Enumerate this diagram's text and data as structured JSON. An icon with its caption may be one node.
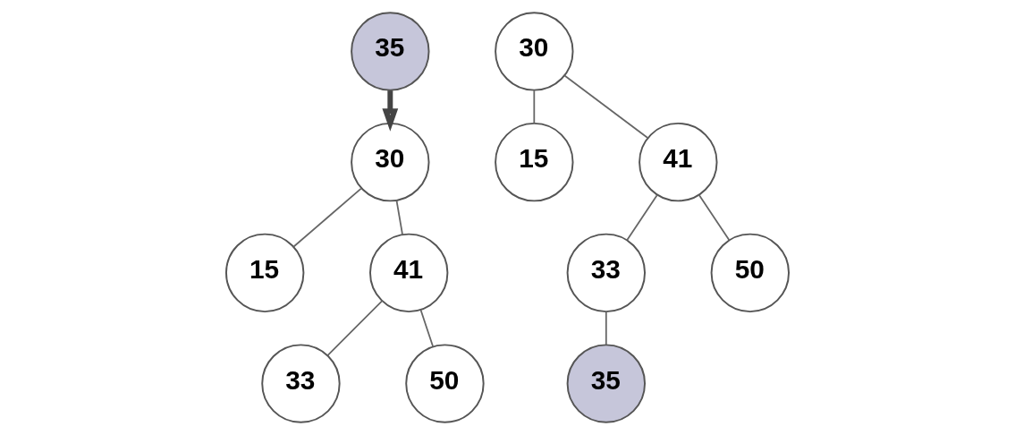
{
  "diagram": {
    "nodes": [
      {
        "text": [
          "35"
        ]
      },
      {
        "text": [
          "30"
        ]
      },
      {
        "text": [
          "15"
        ]
      },
      {
        "text": [
          "41"
        ]
      },
      {
        "text": [
          "33"
        ]
      },
      {
        "text": [
          "50"
        ]
      },
      {
        "text": [
          "30"
        ]
      },
      {
        "text": [
          "15"
        ]
      },
      {
        "text": [
          "41"
        ]
      },
      {
        "text": [
          "33"
        ]
      },
      {
        "text": [
          "50"
        ]
      },
      {
        "text": [
          "35"
        ]
      }
    ],
    "edges": [
      {
        "from": 0,
        "to": 1,
        "arrow": "to",
        "style": "thick"
      },
      {
        "from": 1,
        "to": 2,
        "arrow": "none"
      },
      {
        "from": 1,
        "to": 3,
        "arrow": "none"
      },
      {
        "from": 3,
        "to": 4,
        "arrow": "none"
      },
      {
        "from": 3,
        "to": 5,
        "arrow": "none"
      },
      {
        "from": 6,
        "to": 7,
        "arrow": "none"
      },
      {
        "from": 6,
        "to": 8,
        "arrow": "none"
      },
      {
        "from": 8,
        "to": 9,
        "arrow": "none"
      },
      {
        "from": 8,
        "to": 10,
        "arrow": "none"
      },
      {
        "from": 9,
        "to": 11,
        "arrow": "none"
      }
    ]
  }
}
